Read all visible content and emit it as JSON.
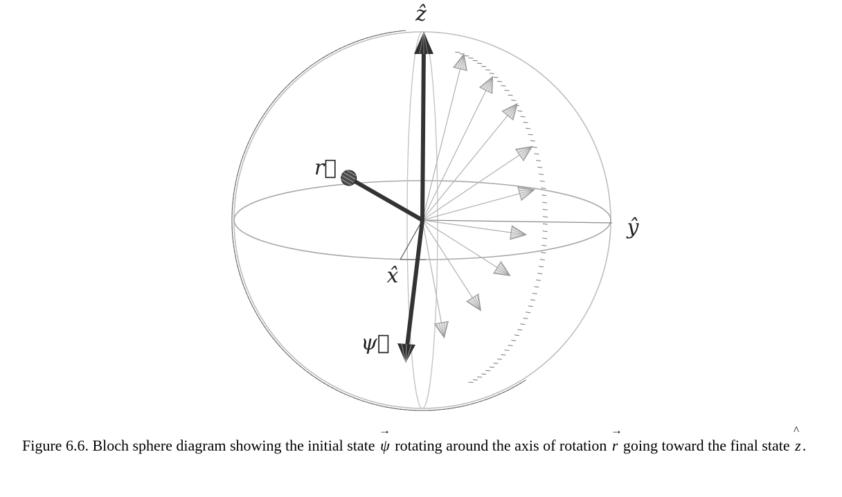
{
  "figure": {
    "labels": {
      "z_axis": "ẑ",
      "y_axis": "ŷ",
      "x_axis": "x̂",
      "r_vector": "r⃗",
      "psi_vector": "ψ⃗"
    }
  },
  "caption": {
    "prefix": "Figure 6.6. Bloch sphere diagram showing the initial state",
    "psi_symbol": "ψ",
    "middle": "rotating around the axis of rotation",
    "r_symbol": "r",
    "middle2": "going toward the final state",
    "z_symbol": "z",
    "end": ".",
    "vector_accent": "→",
    "hat_accent": "^"
  }
}
